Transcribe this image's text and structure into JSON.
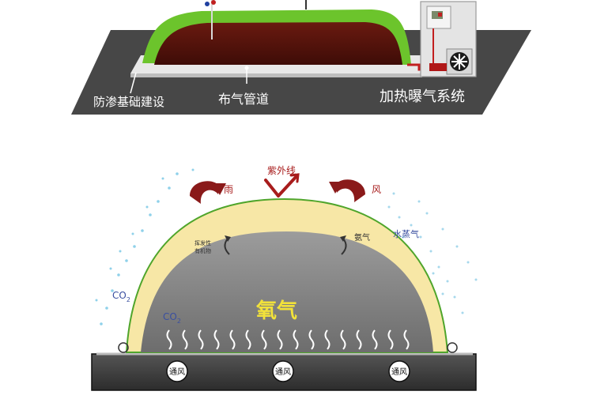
{
  "top": {
    "labels": {
      "foundation": "防渗基础建设",
      "pipe": "布气管道",
      "system": "加热曝气系统"
    }
  },
  "bottom": {
    "labels": {
      "uv": "紫外线",
      "rain": "雨",
      "wind": "风",
      "vapor": "水蒸气",
      "ammonia": "氨气",
      "volatile_line1": "挥发性",
      "volatile_line2": "有机物",
      "co2_a": "CO",
      "co2_a_sub": "2",
      "co2_b": "CO",
      "co2_b_sub": "2",
      "oxygen": "氧气"
    },
    "vents": [
      "通风",
      "通风",
      "通风"
    ]
  },
  "colors": {
    "green": "#6cc42c",
    "soil": "#5a140d",
    "platform": "#4a4a4a",
    "arrow_red": "#8a1a1a",
    "membrane": "#f7e7a6",
    "pile": "#8d8d8d",
    "oxygen_text": "#f2e23a"
  }
}
